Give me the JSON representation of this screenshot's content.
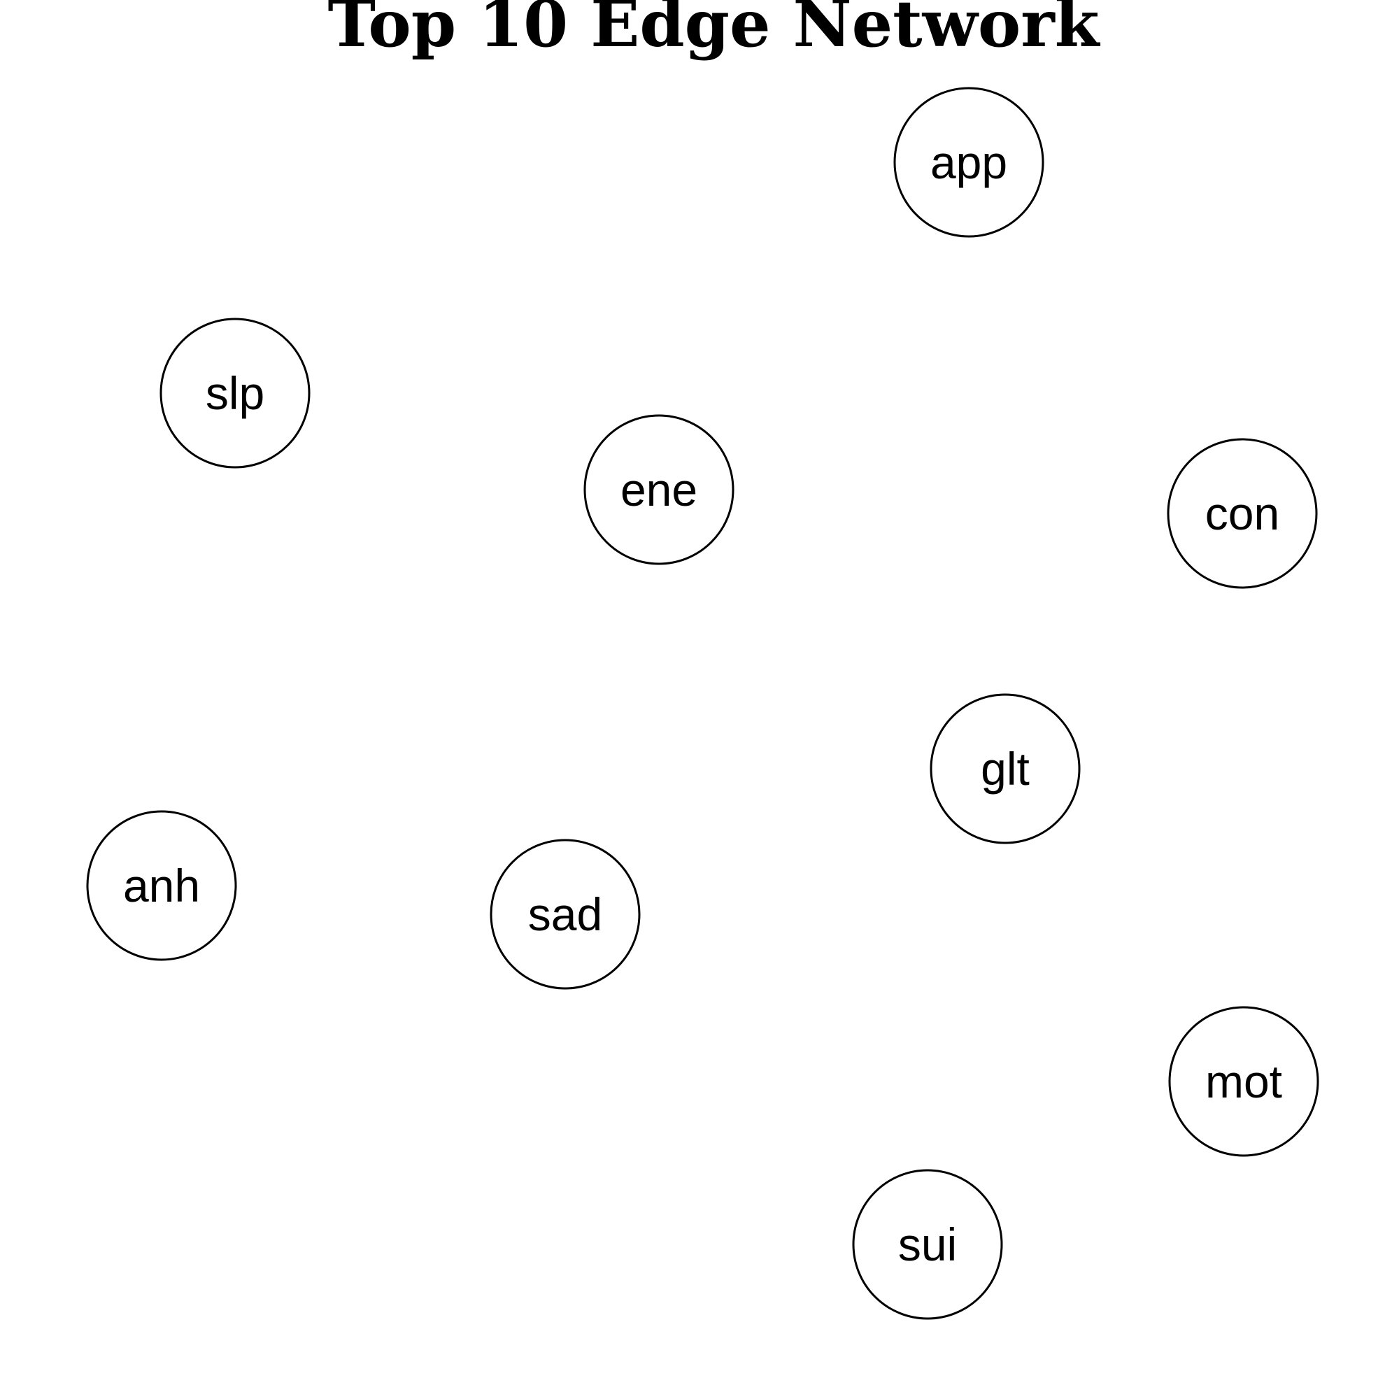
{
  "title": "Top 10 Edge Network",
  "colors": {
    "background": "#ffffff",
    "node_stroke": "#000000",
    "node_fill": "#ffffff",
    "text": "#000000"
  },
  "nodes": [
    {
      "id": "app",
      "label": "app"
    },
    {
      "id": "slp",
      "label": "slp"
    },
    {
      "id": "ene",
      "label": "ene"
    },
    {
      "id": "con",
      "label": "con"
    },
    {
      "id": "glt",
      "label": "glt"
    },
    {
      "id": "anh",
      "label": "anh"
    },
    {
      "id": "sad",
      "label": "sad"
    },
    {
      "id": "mot",
      "label": "mot"
    },
    {
      "id": "sui",
      "label": "sui"
    }
  ],
  "edges": []
}
